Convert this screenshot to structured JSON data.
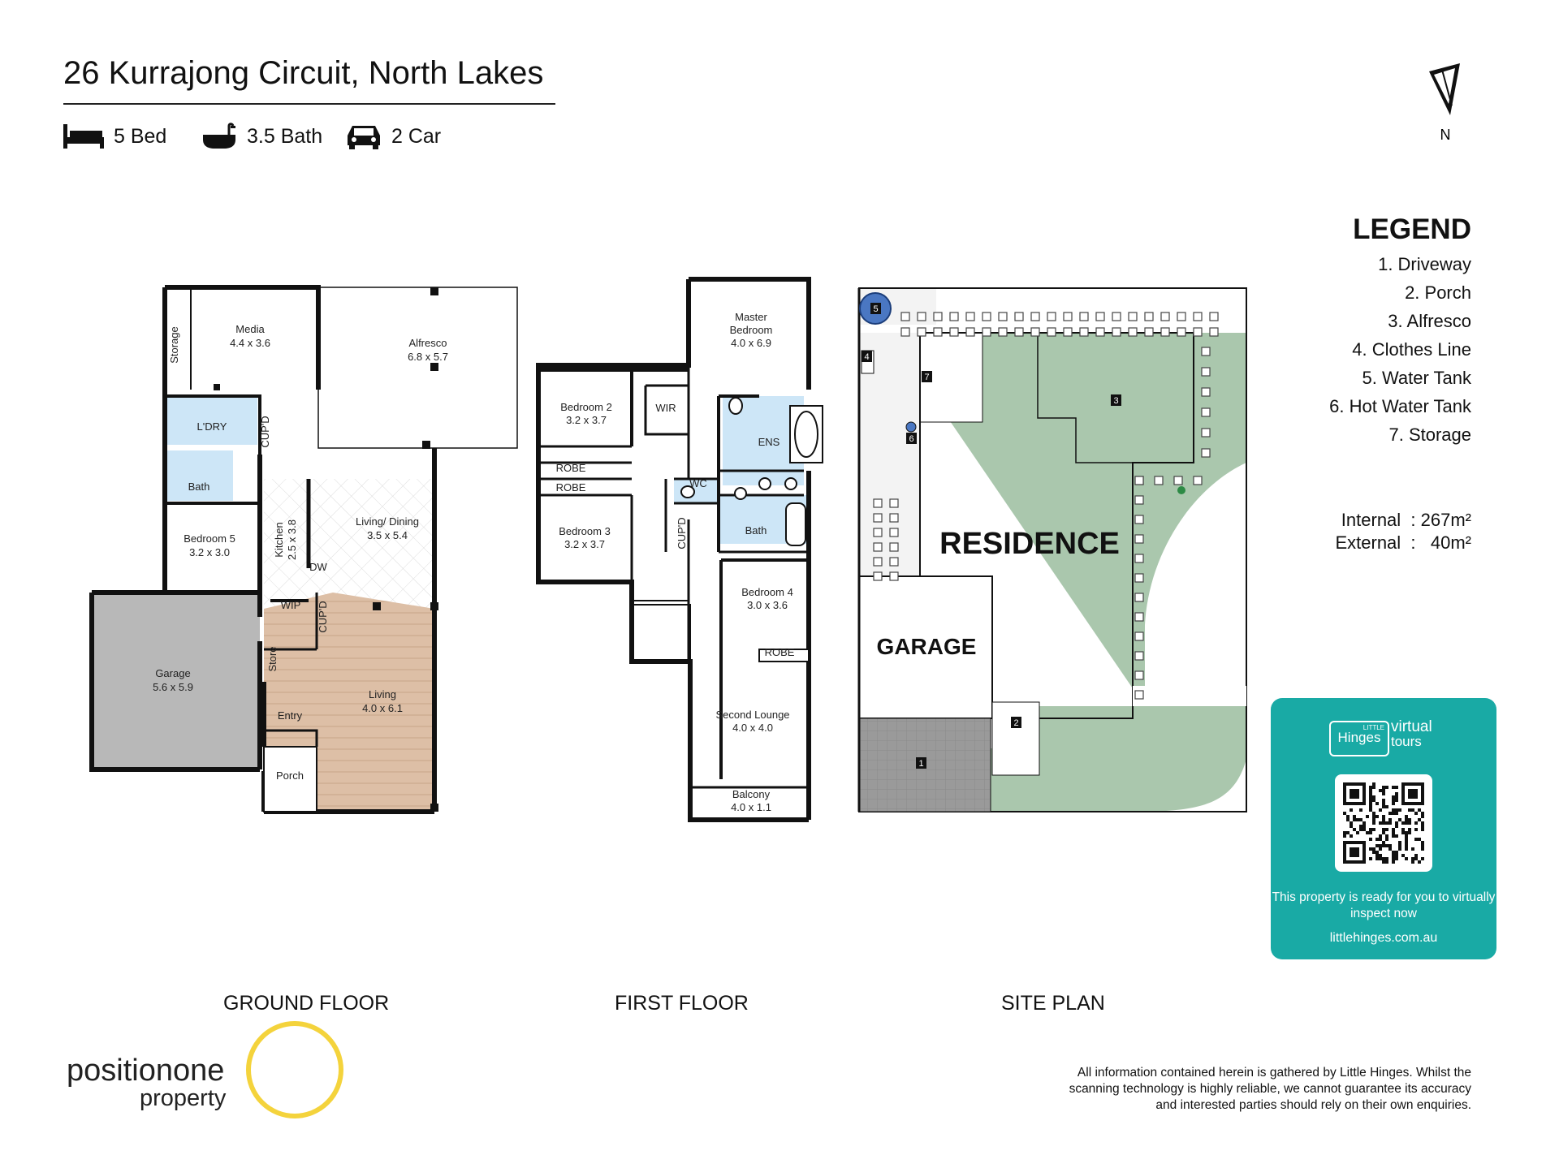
{
  "header": {
    "title": "26 Kurrajong Circuit, North Lakes",
    "bed": "5 Bed",
    "bath": "3.5 Bath",
    "car": "2 Car",
    "compass_label": "N"
  },
  "legend": {
    "title": "LEGEND",
    "items": [
      "1. Driveway",
      "2. Porch",
      "3. Alfresco",
      "4. Clothes Line",
      "5. Water Tank",
      "6. Hot Water Tank",
      "7. Storage"
    ],
    "internal_label": "Internal",
    "internal_value": "267m²",
    "external_label": "External",
    "external_value": "40m²"
  },
  "ground_floor": {
    "label": "GROUND FLOOR",
    "rooms": {
      "media": "Media",
      "media_size": "4.4 x 3.6",
      "storage": "Storage",
      "alfresco": "Alfresco",
      "alfresco_size": "6.8 x 5.7",
      "laundry": "L'DRY",
      "cupd1": "CUP'D",
      "bath": "Bath",
      "dw": "DW",
      "bedroom5": "Bedroom 5",
      "bedroom5_size": "3.2 x 3.0",
      "kitchen": "Kitchen",
      "kitchen_size": "2.5 x 3.8",
      "living_dining": "Living/ Dining",
      "living_dining_size": "3.5 x 5.4",
      "wip": "WIP",
      "cupd2": "CUP'D",
      "store": "Store",
      "garage": "Garage",
      "garage_size": "5.6 x 5.9",
      "living": "Living",
      "living_size": "4.0 x 6.1",
      "entry": "Entry",
      "porch": "Porch"
    }
  },
  "first_floor": {
    "label": "FIRST FLOOR",
    "rooms": {
      "master": "Master",
      "master2": "Bedroom",
      "master_size": "4.0 x 6.9",
      "bedroom2": "Bedroom 2",
      "bedroom2_size": "3.2 x 3.7",
      "wir": "WIR",
      "ens": "ENS",
      "robe1": "ROBE",
      "robe2": "ROBE",
      "wc": "WC",
      "bedroom3": "Bedroom 3",
      "bedroom3_size": "3.2 x 3.7",
      "cupd": "CUP'D",
      "bath": "Bath",
      "bedroom4": "Bedroom 4",
      "bedroom4_size": "3.0 x 3.6",
      "robe3": "ROBE",
      "second_lounge": "Second Lounge",
      "second_lounge_size": "4.0 x 4.0",
      "balcony": "Balcony",
      "balcony_size": "4.0 x 1.1"
    }
  },
  "site_plan": {
    "label": "SITE PLAN",
    "residence": "RESIDENCE",
    "garage": "GARAGE",
    "markers": [
      "1",
      "2",
      "3",
      "4",
      "5",
      "6",
      "7"
    ]
  },
  "virtual_tour": {
    "brand_small": "LITTLE",
    "brand": "Hinges",
    "virtual": "virtual",
    "tours": "tours",
    "message": "This property is ready for you to virtually inspect now",
    "url": "littlehinges.com.au"
  },
  "branding": {
    "line1": "positionone",
    "line2": "property"
  },
  "disclaimer": "All information contained herein is gathered by Little Hinges. Whilst the scanning technology is highly reliable, we cannot guarantee its accuracy and interested parties should rely on their own enquiries.",
  "colors": {
    "wet_area": "#cde6f7",
    "living_floor": "#ddbfa6",
    "garage_floor": "#b8b8b8",
    "lawn": "#aac7ad",
    "teal": "#19aaa5",
    "brand_yellow": "#f4d33c"
  }
}
